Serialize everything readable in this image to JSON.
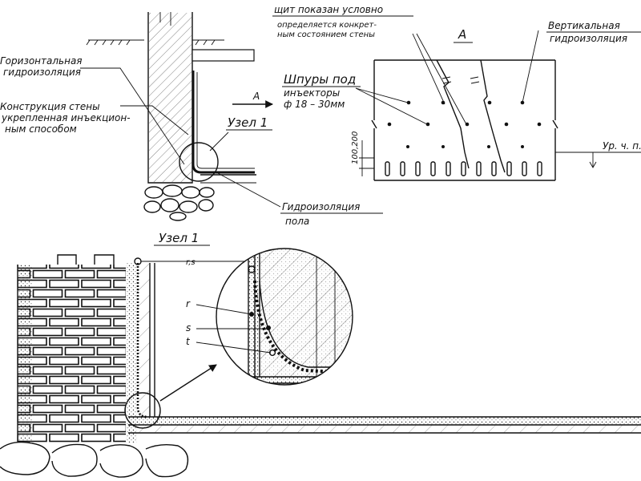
{
  "figure_top": {
    "left_callouts": {
      "horizontal_waterproofing": [
        "Горизонтальная",
        "гидроизоляция"
      ],
      "wall_structure": [
        "Конструкция стены",
        "укрепленная инъекцион-",
        "ным способом"
      ],
      "node_label": "Узел 1",
      "section_marker": "А",
      "floor_waterproofing": [
        "Гидроизоляция",
        "пола"
      ]
    },
    "right_view": {
      "section_label": "А",
      "shield_note": [
        "щит показан условно",
        "определяется конкрет-",
        "ным состоянием стены"
      ],
      "vertical_waterproofing": [
        "Вертикальная",
        "гидроизоляция"
      ],
      "injector_holes": [
        "Шпуры под",
        "инъекторы",
        "ф 18 – 30мм"
      ],
      "dimension": "100,200",
      "floor_level": "Ур. ч. п."
    }
  },
  "figure_bottom": {
    "title": "Узел 1",
    "marker_rs": "r,s",
    "markers": [
      "r",
      "s",
      "t"
    ]
  }
}
